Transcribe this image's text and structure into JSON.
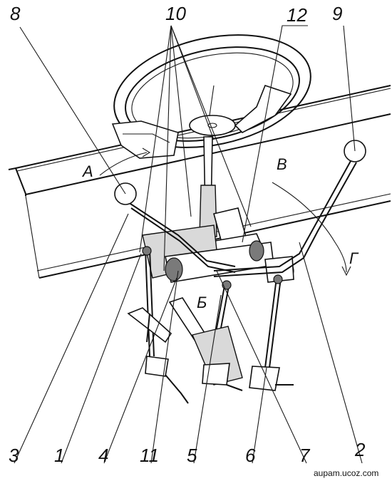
{
  "callouts": {
    "c8": "8",
    "c10": "10",
    "c12": "12",
    "c9": "9",
    "c3": "3",
    "c1": "1",
    "c4": "4",
    "c11": "11",
    "c5": "5",
    "c6": "6",
    "c7": "7",
    "c2": "2"
  },
  "letters": {
    "a": "А",
    "b": "Б",
    "v": "В",
    "g": "Г"
  },
  "watermark": "aupam.ucoz.com"
}
